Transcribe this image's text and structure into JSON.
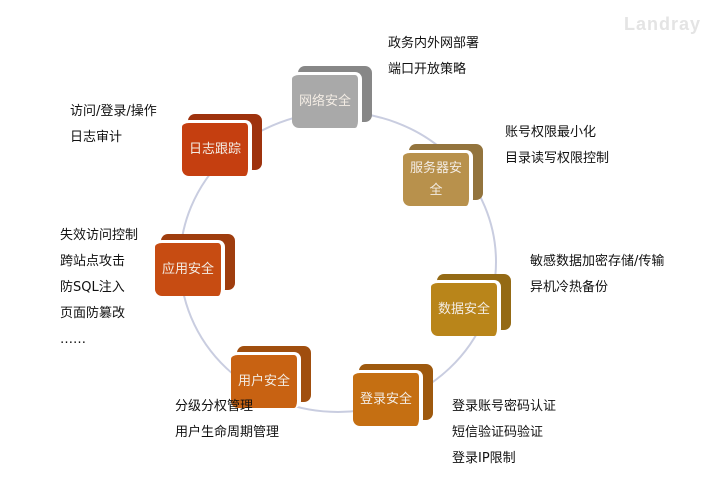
{
  "logo": "Landray",
  "nodes": [
    {
      "label": "网络安全",
      "color": "#a9a9a9",
      "notes": [
        "政务内外网部署",
        "端口开放策略"
      ]
    },
    {
      "label": "服务器安全",
      "color": "#b8914c",
      "notes": [
        "账号权限最小化",
        "目录读写权限控制"
      ]
    },
    {
      "label": "数据安全",
      "color": "#b9851a",
      "notes": [
        "敏感数据加密存储/传输",
        "异机冷热备份"
      ]
    },
    {
      "label": "登录安全",
      "color": "#c56f12",
      "notes": [
        "登录账号密码认证",
        "短信验证码验证",
        "登录IP限制"
      ]
    },
    {
      "label": "用户安全",
      "color": "#c86212",
      "notes": [
        "分级分权管理",
        "用户生命周期管理"
      ]
    },
    {
      "label": "应用安全",
      "color": "#c74c12",
      "notes": [
        "失效访问控制",
        "跨站点攻击",
        "防SQL注入",
        "页面防篡改",
        "……"
      ]
    },
    {
      "label": "日志跟踪",
      "color": "#c53f10",
      "notes": [
        "访问/登录/操作",
        "日志审计"
      ]
    }
  ]
}
